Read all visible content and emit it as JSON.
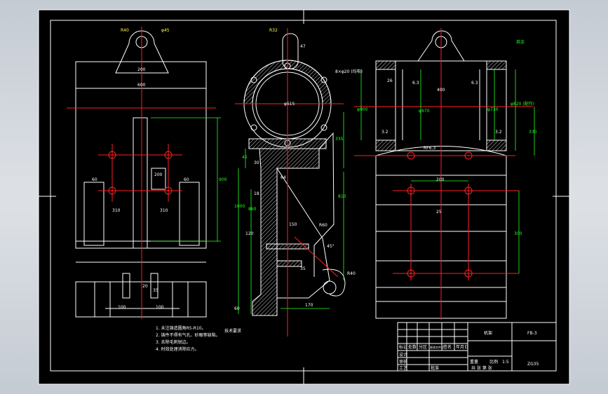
{
  "colors": {
    "background": "#000000",
    "frame": "#ffffff",
    "centerline": "#ff0000",
    "dimension": "#00ff00",
    "annotation": "#ffffff"
  },
  "top_view": {
    "radius_label": "R40",
    "hole_label": "φ45",
    "lug_width": "200",
    "overall_width": "600",
    "spacing_left": "60",
    "spacing_right": "60",
    "inner_width_left": "310",
    "inner_width_right": "310",
    "height_total": "900",
    "hole_spacing": "200",
    "base_left": "100",
    "base_right": "100",
    "gap_a": "20",
    "gap_b": "35"
  },
  "side_view": {
    "radius_top": "R32",
    "lug_height": "47",
    "bolt_note": "8×φ20 (均布)",
    "bore": "φ515",
    "flange_dim": "335",
    "web": "45",
    "web_b": "64",
    "rib": "18",
    "height_main": "1000",
    "height_b": "860",
    "height_c": "810",
    "slot": "120",
    "slot_b": "150",
    "angle": "45°",
    "tip": "R60",
    "tip_b": "R40",
    "bottom_len": "170",
    "bottom_b": "35",
    "side_small": "60",
    "depth": "30"
  },
  "front_view": {
    "dim_26": "26",
    "rough_a": "6.3",
    "rough_b": "6.3",
    "width_400": "400",
    "dia_left": "φ900",
    "bore_mid": "φ670",
    "bore_right": "φ730",
    "outer_right": "φ820 (配作)",
    "h330": "330",
    "r_left": "3.2",
    "r_right": "3.2",
    "bottom_note": "RF6.3",
    "hole_gap": "200",
    "center_dim": "25",
    "h_lower": "300",
    "surface_mark": "其余"
  },
  "notes": {
    "heading": "技术要求",
    "lines": [
      "1. 未注铸造圆角R5-R10。",
      "2. 铸件不得有气孔、砂眼等缺陷。",
      "3. 去除毛刺锐边。",
      "4. 时效处理消除应力。"
    ]
  },
  "title_block": {
    "part_name": "机架",
    "drawing_no": "FB-3",
    "material": "ZG35",
    "scale": "1:5",
    "headers": [
      "标记",
      "处数",
      "分区",
      "更改文件号",
      "签名",
      "年月日"
    ],
    "rows": [
      "设计",
      "审核",
      "工艺",
      "批准"
    ],
    "weight_label": "重量",
    "scale_label": "比例",
    "sheet_label": "共 张 第 张"
  }
}
